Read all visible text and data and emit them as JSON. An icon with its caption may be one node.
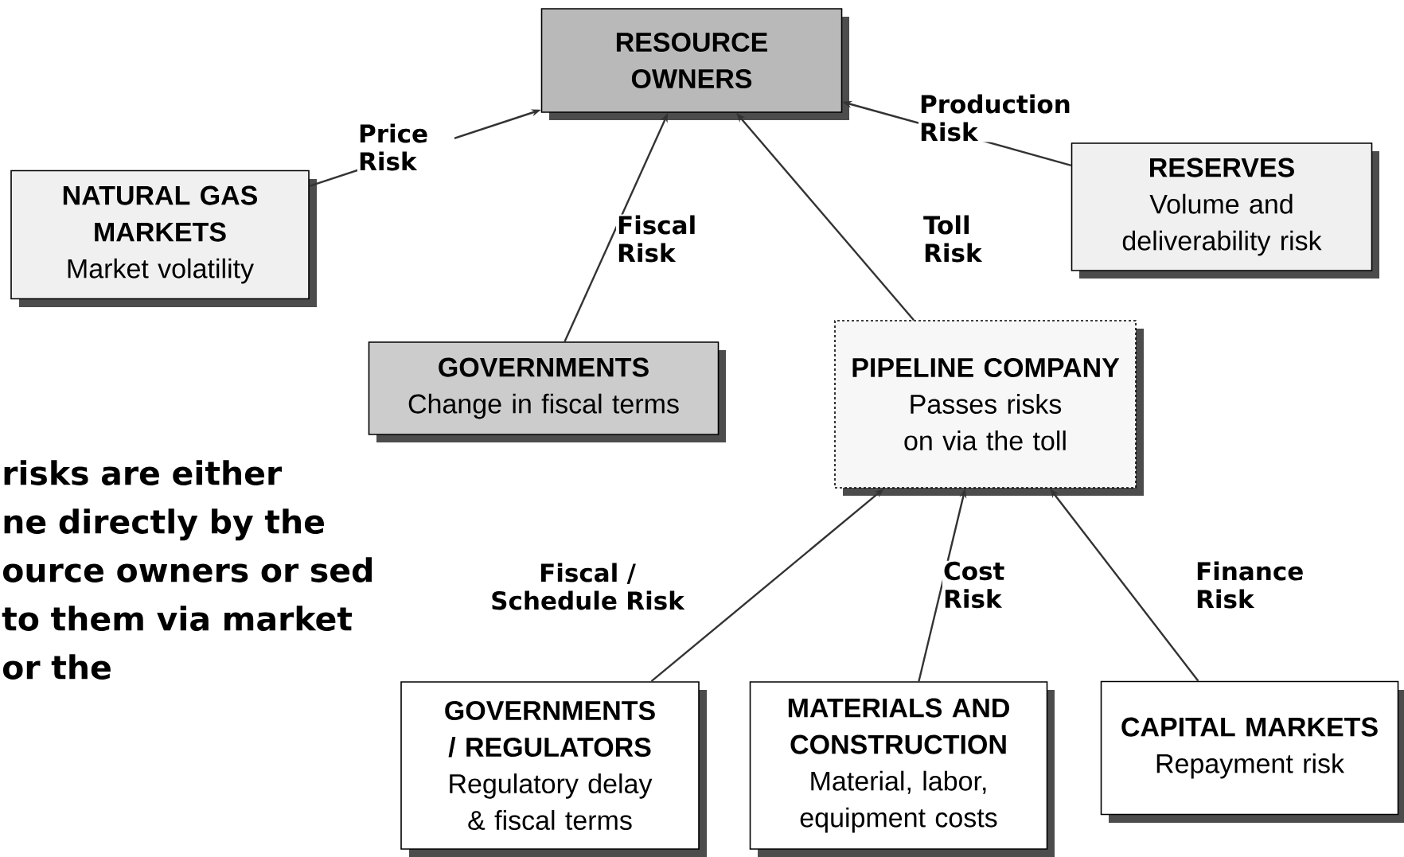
{
  "diagram": {
    "nodes": [
      {
        "text": [
          "RESOURCE OWNERS"
        ]
      },
      {
        "text": [
          "NATURAL GAS MARKETS",
          "Market volatility"
        ]
      },
      {
        "text": [
          "RESERVES",
          "Volume and deliverability risk"
        ]
      },
      {
        "text": [
          "GOVERNMENTS",
          "Change in fiscal terms"
        ]
      },
      {
        "text": [
          "PIPELINE COMPANY",
          "Passes risks on via the toll"
        ]
      },
      {
        "text": [
          "GOVERNMENTS / REGULATORS",
          "Regulatory delay & fiscal terms"
        ]
      },
      {
        "text": [
          "MATERIALS AND CONSTRUCTION",
          "Material, labor, equipment costs"
        ]
      },
      {
        "text": [
          "CAPITAL MARKETS",
          "Repayment risk"
        ]
      }
    ],
    "edges": [
      {
        "from": 1,
        "to": 0,
        "arrow": "to",
        "label": "Price Risk"
      },
      {
        "from": 3,
        "to": 0,
        "arrow": "to",
        "label": "Fiscal Risk"
      },
      {
        "from": 4,
        "to": 0,
        "arrow": "to",
        "label": "Toll Risk"
      },
      {
        "from": 2,
        "to": 0,
        "arrow": "to",
        "label": "Production Risk"
      },
      {
        "from": 5,
        "to": 4,
        "arrow": "to",
        "label": "Fiscal / Schedule Risk"
      },
      {
        "from": 6,
        "to": 4,
        "arrow": "to",
        "label": "Cost Risk"
      },
      {
        "from": 7,
        "to": 4,
        "arrow": "to",
        "label": "Finance Risk"
      }
    ],
    "labels": [
      "risks are either ne directly by the ource owners or sed to them via market or the"
    ]
  }
}
